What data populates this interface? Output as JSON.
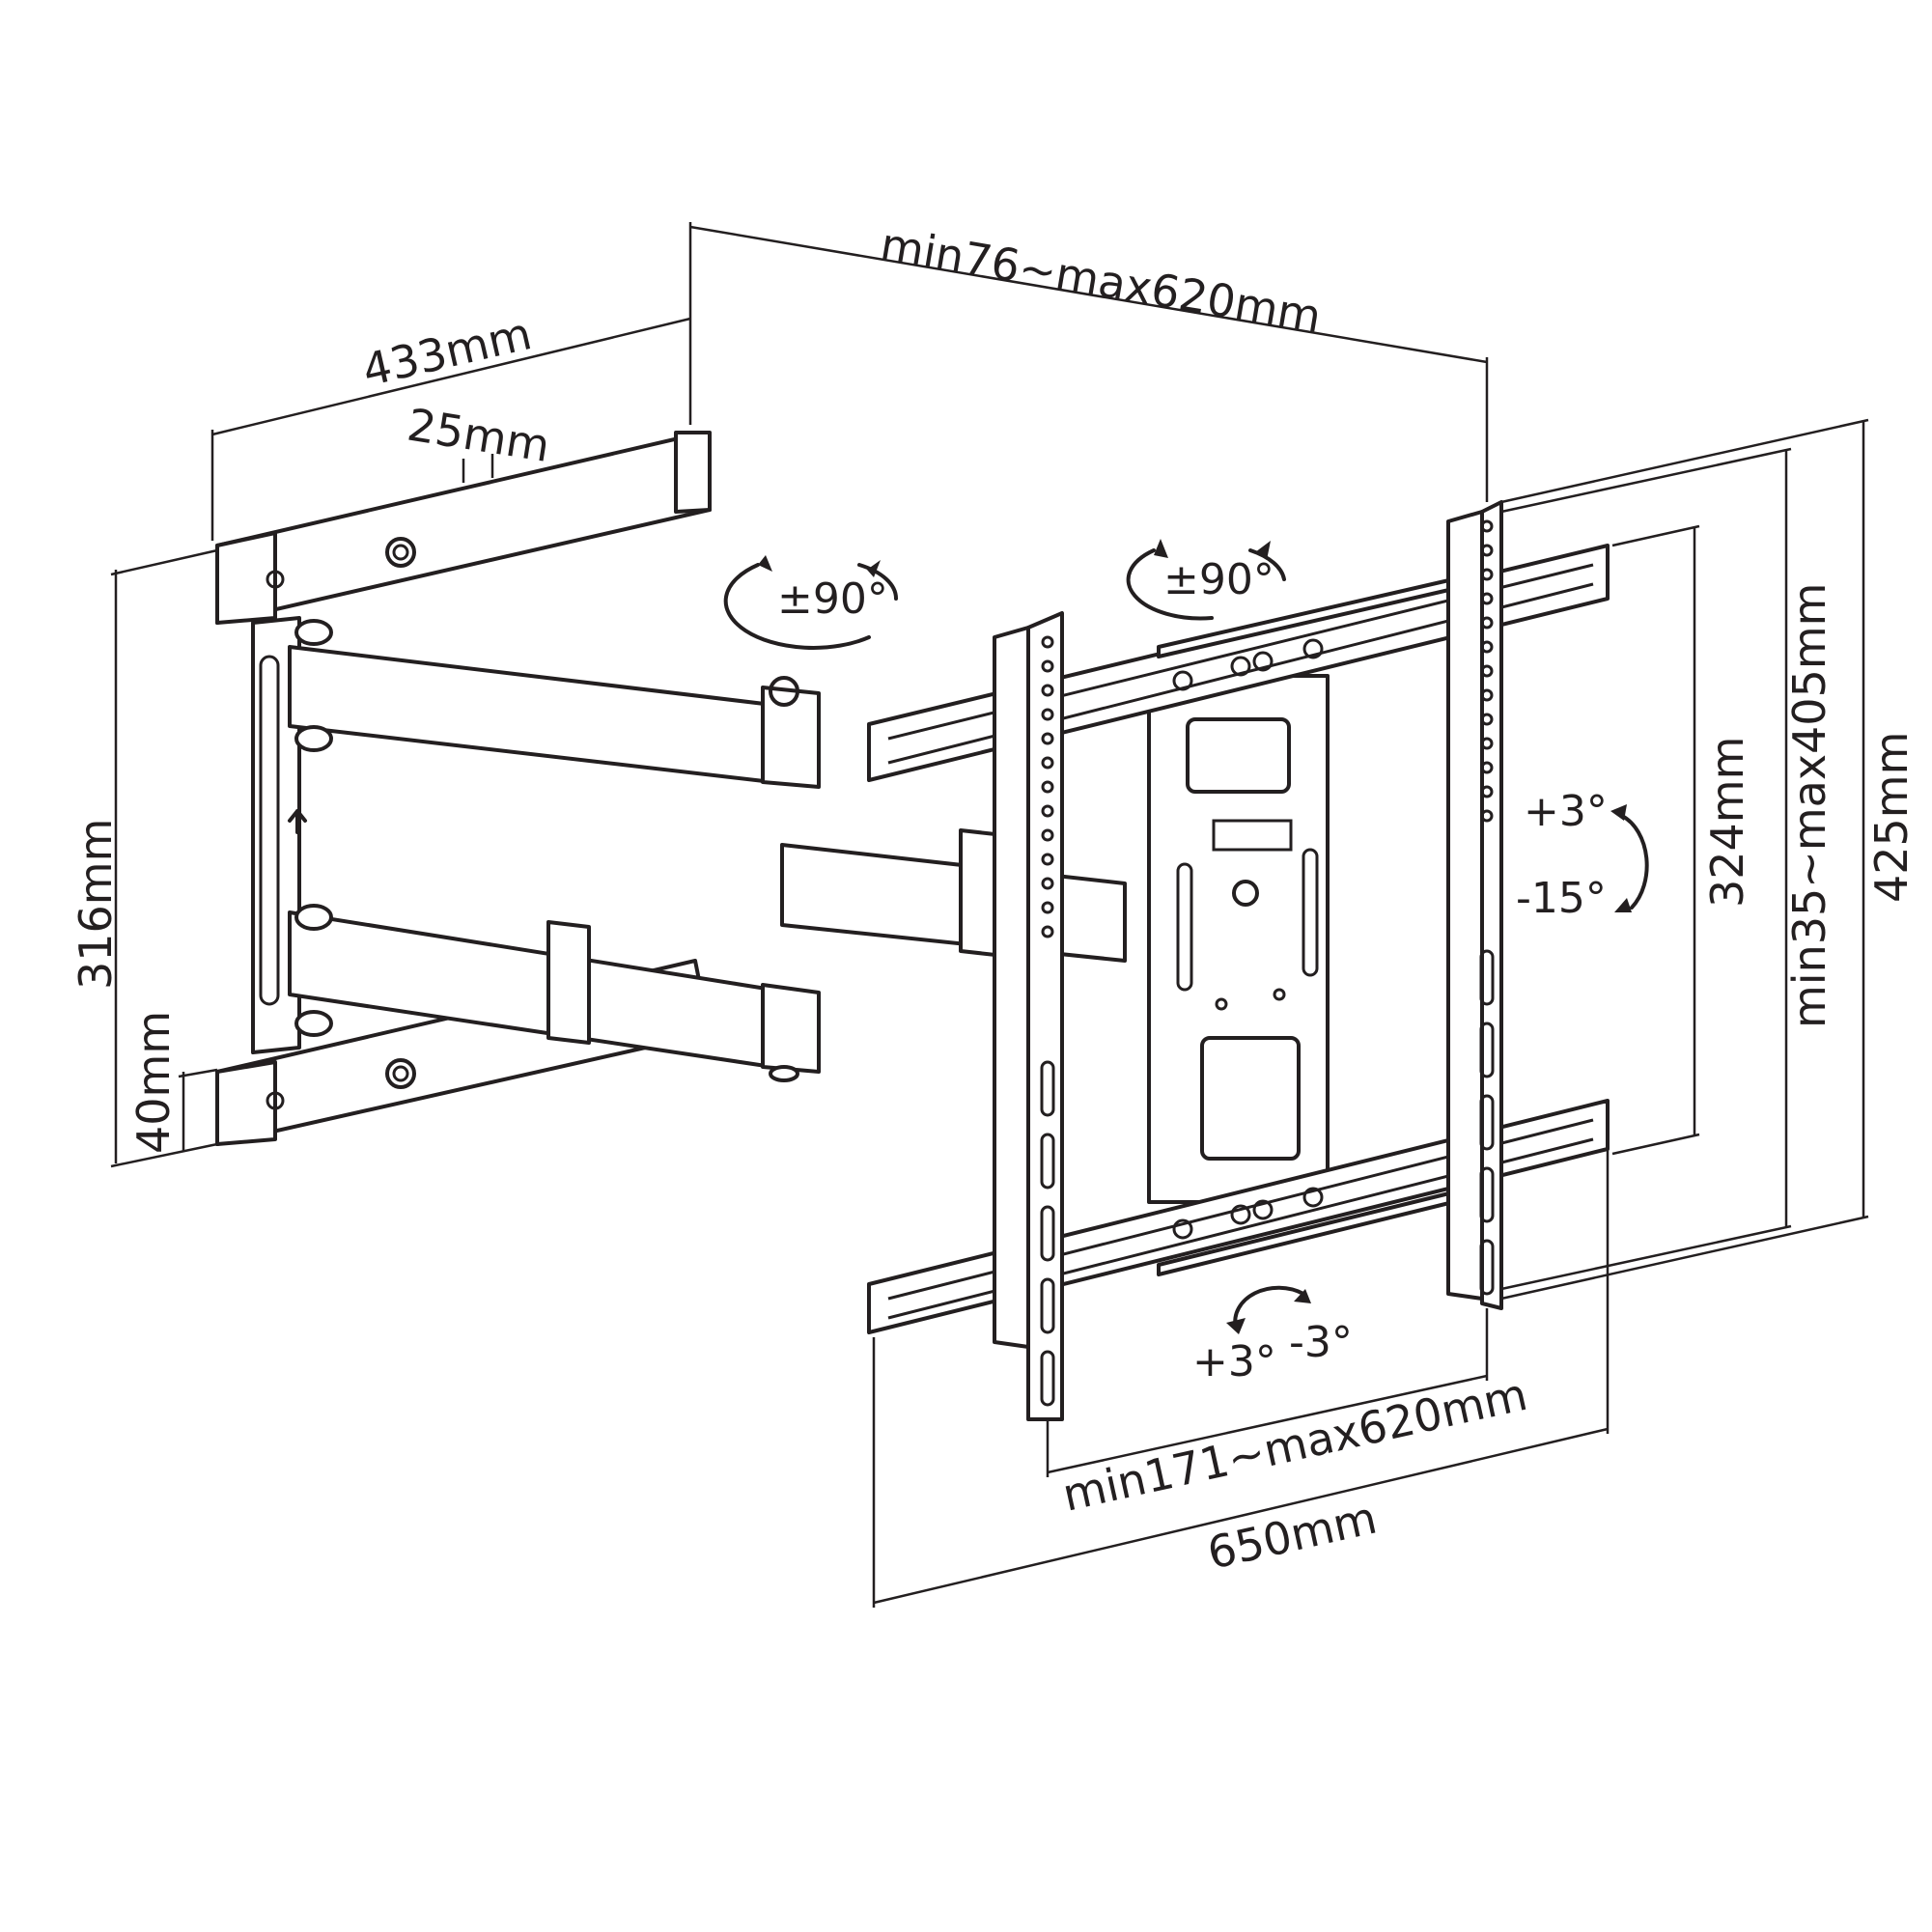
{
  "dimensions": {
    "arm_extension": "min76~max620mm",
    "wall_plate_width": "433mm",
    "wall_plate_offset": "25mm",
    "wall_plate_height": "316mm",
    "wall_profile": "40mm",
    "vesa_height": "324mm",
    "vertical_range": "min35~max405mm",
    "total_height": "425mm",
    "vesa_width": "min171~max620mm",
    "total_width": "650mm"
  },
  "rotations": {
    "arm_swivel": "±90°",
    "head_swivel": "±90°",
    "tilt_up": "+3°",
    "tilt_down": "-15°",
    "level_plus": "+3°",
    "level_minus": "-3°"
  }
}
